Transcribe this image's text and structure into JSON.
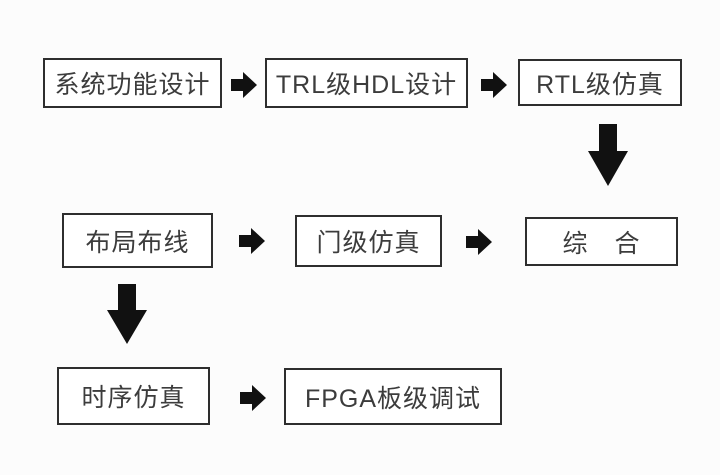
{
  "colors": {
    "background": "#fcfcfc",
    "box_fill": "#ffffff",
    "box_border": "#2e2e2e",
    "text": "#3c3c3c",
    "arrow": "#111111"
  },
  "flowchart": {
    "nodes": {
      "system_function_design": {
        "label": "系统功能设计"
      },
      "trl_hdl_design": {
        "label": "TRL级HDL设计"
      },
      "rtl_simulation": {
        "label": "RTL级仿真"
      },
      "place_and_route": {
        "label": "布局布线"
      },
      "gate_level_simulation": {
        "label": "门级仿真"
      },
      "synthesis": {
        "label": "综　合"
      },
      "timing_simulation": {
        "label": "时序仿真"
      },
      "fpga_board_debug": {
        "label": "FPGA板级调试"
      }
    },
    "icons": {
      "arrow_right": "➡",
      "arrow_down": "⬇"
    }
  }
}
